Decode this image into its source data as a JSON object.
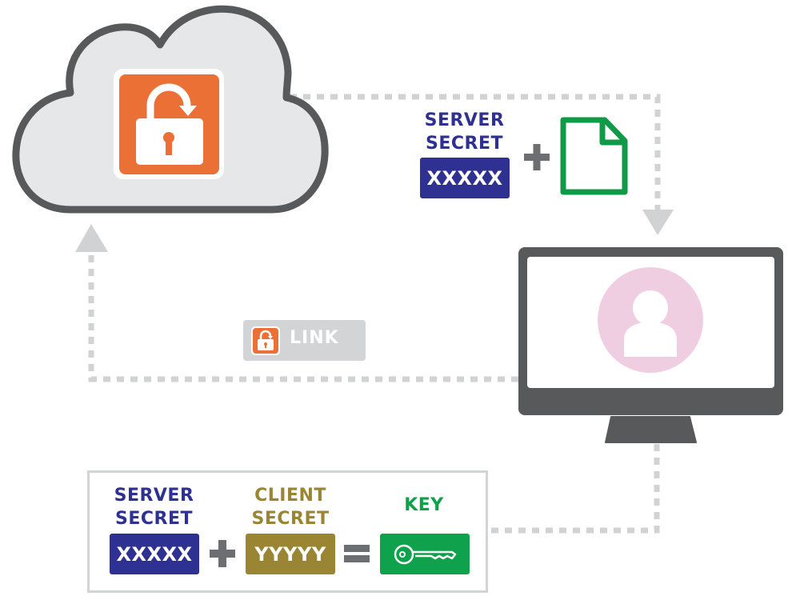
{
  "colors": {
    "cloud_fill": "#e6e7e8",
    "cloud_stroke": "#58595b",
    "lock_orange": "#ea7036",
    "connector_gray": "#d1d2d4",
    "server_secret_navy": "#2e3192",
    "client_secret_olive": "#9a8632",
    "key_green": "#0fa14b",
    "document_green": "#0f9a47",
    "monitor_dark": "#58595b",
    "user_pink": "#f0cee2",
    "operator_gray": "#6d6e71"
  },
  "cloud": {
    "icon": "unlock-icon"
  },
  "server_secret_top": {
    "label_line1": "SERVER",
    "label_line2": "SECRET",
    "value": "XXXXX",
    "operator": "+",
    "attachment_icon": "document-icon"
  },
  "monitor": {
    "icon": "user-icon"
  },
  "link_badge": {
    "icon": "unlock-icon",
    "label": "LINK"
  },
  "formula": {
    "server_secret": {
      "label_line1": "SERVER",
      "label_line2": "SECRET",
      "value": "XXXXX"
    },
    "plus": "+",
    "client_secret": {
      "label_line1": "CLIENT",
      "label_line2": "SECRET",
      "value": "YYYYY"
    },
    "equals": "=",
    "key": {
      "label": "KEY",
      "icon": "key-icon"
    }
  }
}
